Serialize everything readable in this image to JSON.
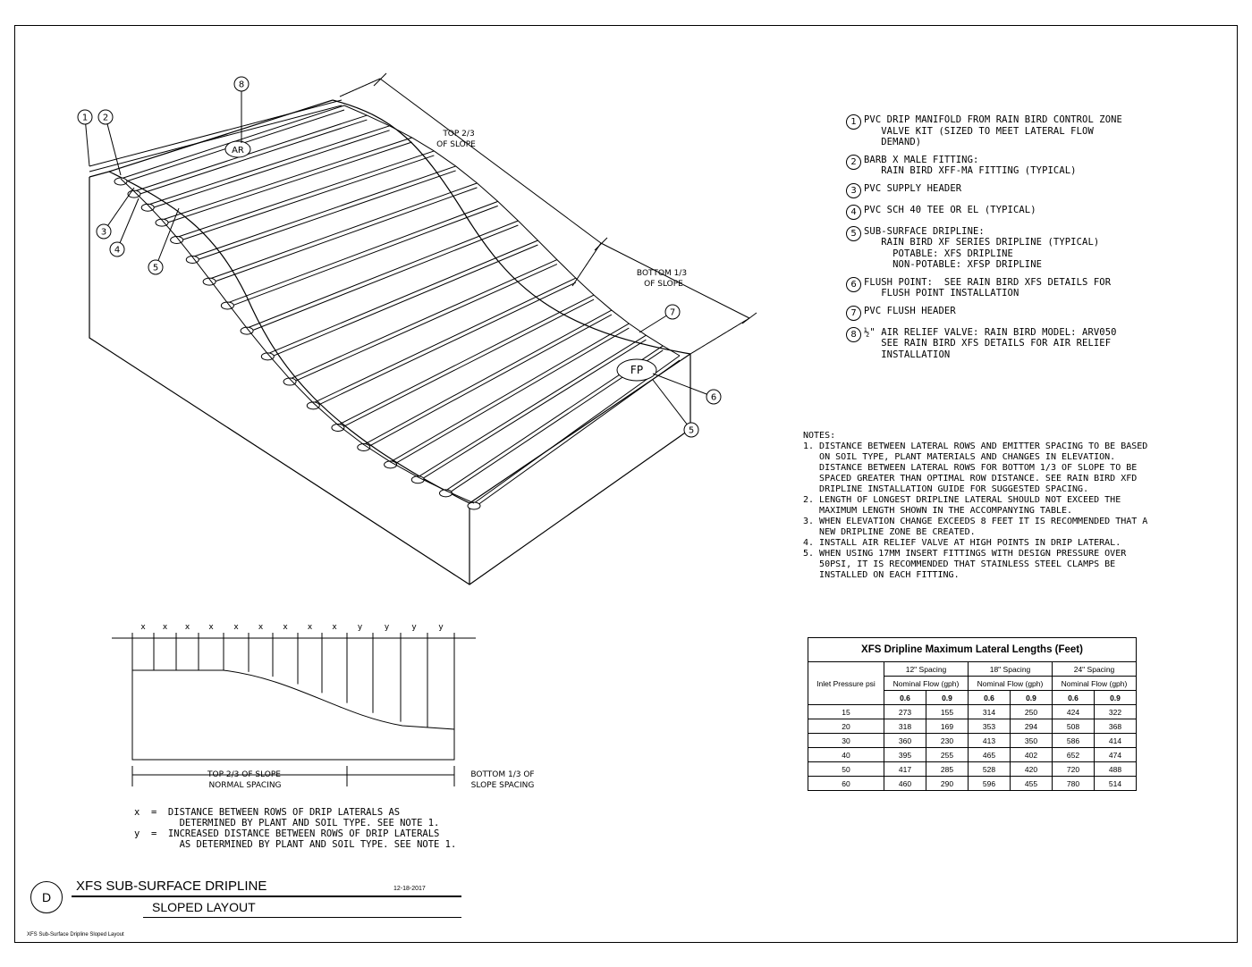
{
  "legend": [
    {
      "num": "1",
      "lines": [
        "PVC DRIP MANIFOLD FROM RAIN BIRD CONTROL ZONE",
        "   VALVE KIT (SIZED TO MEET LATERAL FLOW",
        "   DEMAND)"
      ]
    },
    {
      "num": "2",
      "lines": [
        "BARB X MALE FITTING:",
        "   RAIN BIRD XFF-MA FITTING (TYPICAL)"
      ]
    },
    {
      "num": "3",
      "lines": [
        "PVC SUPPLY HEADER"
      ]
    },
    {
      "num": "4",
      "lines": [
        "PVC SCH 40 TEE OR EL (TYPICAL)"
      ]
    },
    {
      "num": "5",
      "lines": [
        "SUB-SURFACE DRIPLINE:",
        "   RAIN BIRD XF SERIES DRIPLINE (TYPICAL)",
        "     POTABLE: XFS DRIPLINE",
        "     NON-POTABLE: XFSP DRIPLINE"
      ]
    },
    {
      "num": "6",
      "lines": [
        "FLUSH POINT:  SEE RAIN BIRD XFS DETAILS FOR",
        "   FLUSH POINT INSTALLATION"
      ]
    },
    {
      "num": "7",
      "lines": [
        "PVC FLUSH HEADER"
      ]
    },
    {
      "num": "8",
      "lines": [
        "½\" AIR RELIEF VALVE: RAIN BIRD MODEL: ARV050",
        "   SEE RAIN BIRD XFS DETAILS FOR AIR RELIEF",
        "   INSTALLATION"
      ]
    }
  ],
  "notes": {
    "heading": "NOTES:",
    "lines": [
      "1. DISTANCE BETWEEN LATERAL ROWS AND EMITTER SPACING TO BE BASED",
      "   ON SOIL TYPE, PLANT MATERIALS AND CHANGES IN ELEVATION.",
      "   DISTANCE BETWEEN LATERAL ROWS FOR BOTTOM 1/3 OF SLOPE TO BE",
      "   SPACED GREATER THAN OPTIMAL ROW DISTANCE. SEE RAIN BIRD XFD",
      "   DRIPLINE INSTALLATION GUIDE FOR SUGGESTED SPACING.",
      "2. LENGTH OF LONGEST DRIPLINE LATERAL SHOULD NOT EXCEED THE",
      "   MAXIMUM LENGTH SHOWN IN THE ACCOMPANYING TABLE.",
      "3. WHEN ELEVATION CHANGE EXCEEDS 8 FEET IT IS RECOMMENDED THAT A",
      "   NEW DRIPLINE ZONE BE CREATED.",
      "4. INSTALL AIR RELIEF VALVE AT HIGH POINTS IN DRIP LATERAL.",
      "5. WHEN USING 17MM INSERT FITTINGS WITH DESIGN PRESSURE OVER",
      "   50PSI, IT IS RECOMMENDED THAT STAINLESS STEEL CLAMPS BE",
      "   INSTALLED ON EACH FITTING."
    ]
  },
  "iso": {
    "top_label": [
      "TOP 2/3",
      "OF SLOPE"
    ],
    "bottom_label": [
      "BOTTOM 1/3",
      "OF SLOPE"
    ],
    "ar": "AR",
    "fp": "FP",
    "callouts": [
      "1",
      "2",
      "3",
      "4",
      "5",
      "8",
      "7",
      "6",
      "5"
    ]
  },
  "section": {
    "x_marks": [
      "x",
      "x",
      "x",
      "x",
      "x",
      "x",
      "x",
      "x",
      "x",
      "y",
      "y",
      "y",
      "y"
    ],
    "left_label": [
      "TOP 2/3  OF SLOPE",
      "NORMAL SPACING"
    ],
    "right_label": [
      "BOTTOM 1/3 OF",
      "SLOPE SPACING"
    ]
  },
  "definitions": [
    "x  =  DISTANCE BETWEEN ROWS OF DRIP LATERALS AS",
    "        DETERMINED BY PLANT AND SOIL TYPE. SEE NOTE 1.",
    "y  =  INCREASED DISTANCE BETWEEN ROWS OF DRIP LATERALS",
    "        AS DETERMINED BY PLANT AND SOIL TYPE. SEE NOTE 1."
  ],
  "table": {
    "title": "XFS Dripline Maximum Lateral Lengths (Feet)",
    "row_header": "Inlet Pressure psi",
    "spacings": [
      "12\" Spacing",
      "18\" Spacing",
      "24\" Spacing"
    ],
    "flow_label": "Nominal Flow (gph)",
    "flows": [
      "0.6",
      "0.9",
      "0.6",
      "0.9",
      "0.6",
      "0.9"
    ],
    "rows": [
      [
        "15",
        "273",
        "155",
        "314",
        "250",
        "424",
        "322"
      ],
      [
        "20",
        "318",
        "169",
        "353",
        "294",
        "508",
        "368"
      ],
      [
        "30",
        "360",
        "230",
        "413",
        "350",
        "586",
        "414"
      ],
      [
        "40",
        "395",
        "255",
        "465",
        "402",
        "652",
        "474"
      ],
      [
        "50",
        "417",
        "285",
        "528",
        "420",
        "720",
        "488"
      ],
      [
        "60",
        "460",
        "290",
        "596",
        "455",
        "780",
        "514"
      ]
    ]
  },
  "title_block": {
    "detail": "D",
    "title": "XFS SUB-SURFACE DRIPLINE",
    "subtitle": "SLOPED LAYOUT",
    "date": "12-18-2017"
  },
  "footer": "XFS Sub-Surface Dripline Sloped Layout"
}
